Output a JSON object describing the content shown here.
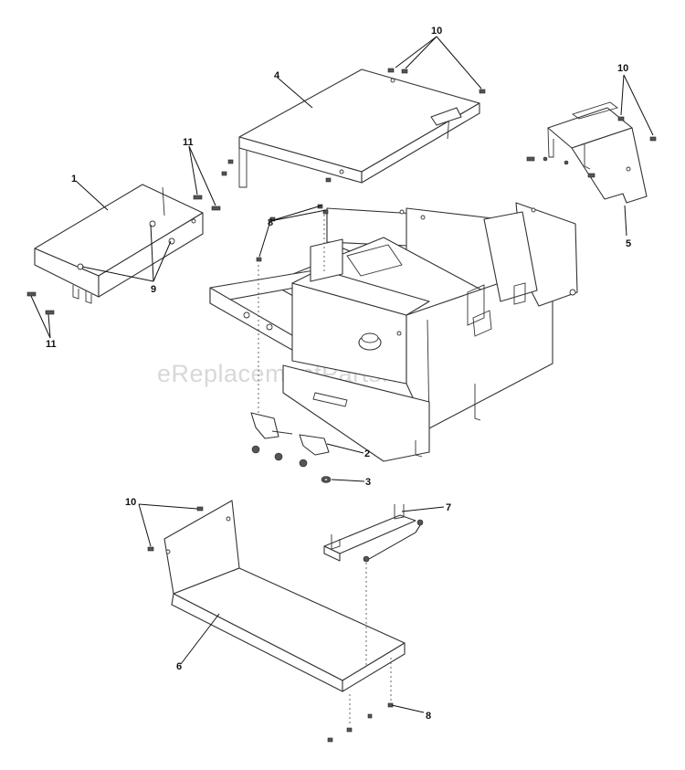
{
  "watermark": "eReplacementParts.com",
  "callouts": [
    {
      "id": "1",
      "label": "1"
    },
    {
      "id": "2",
      "label": "2"
    },
    {
      "id": "3",
      "label": "3"
    },
    {
      "id": "4",
      "label": "4"
    },
    {
      "id": "5",
      "label": "5"
    },
    {
      "id": "6",
      "label": "6"
    },
    {
      "id": "7",
      "label": "7"
    },
    {
      "id": "8",
      "label": "8"
    },
    {
      "id": "8b",
      "label": "8"
    },
    {
      "id": "9",
      "label": "9"
    },
    {
      "id": "10a",
      "label": "10"
    },
    {
      "id": "10b",
      "label": "10"
    },
    {
      "id": "10c",
      "label": "10"
    },
    {
      "id": "11a",
      "label": "11"
    },
    {
      "id": "11b",
      "label": "11"
    }
  ]
}
